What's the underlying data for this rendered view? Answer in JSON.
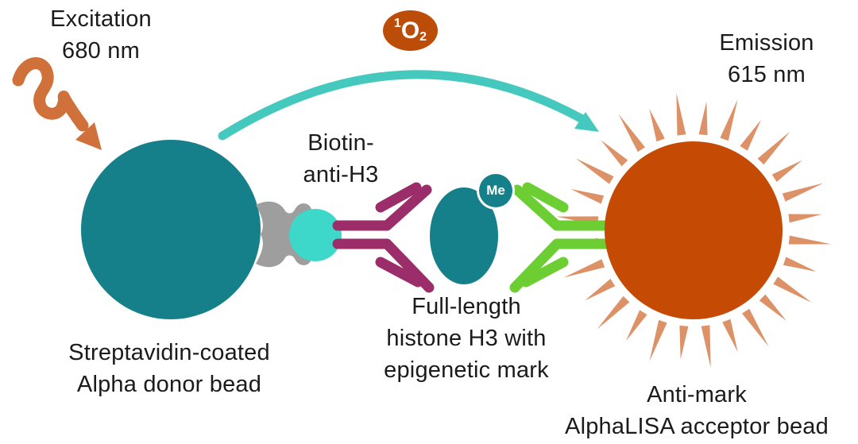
{
  "diagram": {
    "excitation": {
      "line1": "Excitation",
      "line2": "680 nm"
    },
    "singlet_oxygen": {
      "sup": "1",
      "symbol": "O",
      "sub": "2"
    },
    "emission": {
      "line1": "Emission",
      "line2": "615 nm"
    },
    "biotin_antibody_label": {
      "line1": "Biotin-",
      "line2": "anti-H3"
    },
    "donor_bead_label": {
      "line1": "Streptavidin-coated",
      "line2": "Alpha donor bead"
    },
    "histone_label": {
      "line1": "Full-length",
      "line2": "histone H3 with",
      "line3": "epigenetic mark"
    },
    "acceptor_bead_label": {
      "line1": "Anti-mark",
      "line2": "AlphaLISA acceptor bead"
    },
    "methyl_mark": "Me"
  },
  "colors": {
    "text": "#1b1b1b",
    "donor_bead": "#15808a",
    "histone": "#15808a",
    "methyl_badge": "#15808a",
    "acceptor_bead": "#c54b04",
    "acceptor_spikes": "#dd9166",
    "excitation_arrow": "#d0703a",
    "energy_arc": "#45c9be",
    "singlet_oxygen_badge": "#bc4d09",
    "biotin": "#3ed8ca",
    "streptavidin": "#9e9e9e",
    "anti_h3_antibody": "#9b2d6b",
    "anti_mark_antibody": "#6dce33"
  }
}
